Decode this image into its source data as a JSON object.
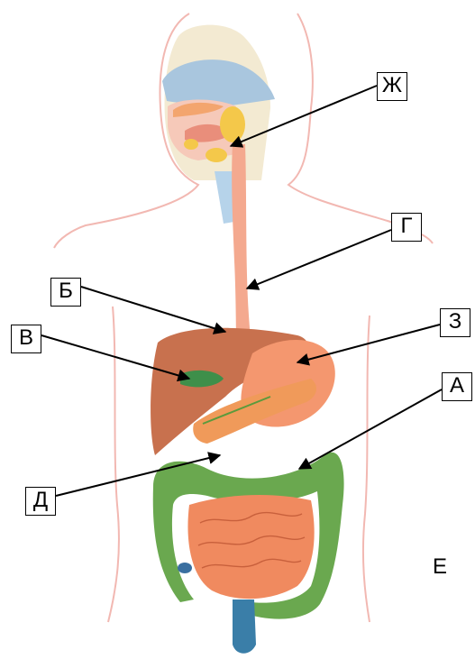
{
  "labels": {
    "zh": "Ж",
    "g": "Г",
    "b": "Б",
    "v": "В",
    "z": "З",
    "a": "А",
    "d": "Д",
    "e": "Е"
  },
  "colors": {
    "body_outline": "#f2b8b2",
    "head_fill": "#f3ead2",
    "nasal": "#a9c6de",
    "mouth": "#f6c9b9",
    "teeth": "#f3a56e",
    "tongue": "#e98e7b",
    "salivary": "#f4c84a",
    "esophagus": "#f4a98f",
    "trachea": "#b6d3ea",
    "liver": "#c8714e",
    "gallbladder": "#3e8f4a",
    "stomach": "#f4976f",
    "pancreas": "#f09a5a",
    "large_intestine": "#6aa84f",
    "small_intestine": "#f08a5f",
    "rectum": "#3a7ea8",
    "arrow": "#000000"
  }
}
